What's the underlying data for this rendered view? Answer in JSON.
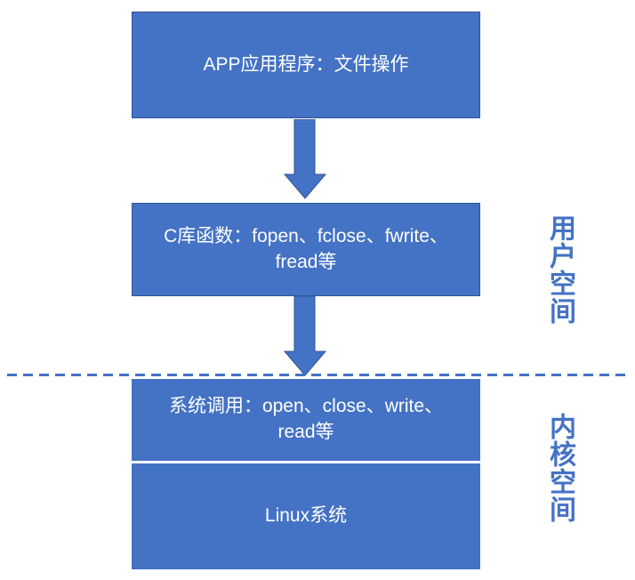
{
  "diagram": {
    "boxes": [
      {
        "name": "app-application",
        "lines": [
          "APP应用程序：文件操作"
        ]
      },
      {
        "name": "c-library",
        "lines": [
          "C库函数：fopen、fclose、fwrite、",
          "fread等"
        ]
      },
      {
        "name": "system-call",
        "lines": [
          "系统调用：open、close、write、",
          "read等"
        ]
      },
      {
        "name": "linux-system",
        "lines": [
          "Linux系统"
        ]
      }
    ],
    "side_labels": {
      "user_space": "用户空间",
      "kernel_space": "内核空间"
    },
    "icons": {
      "arrow_app_to_clib": "down-arrow-icon",
      "arrow_clib_to_syscall": "down-arrow-icon"
    },
    "colors": {
      "box_fill": "#4472C4",
      "box_border": "#2F5597",
      "box_text": "#FFFFFF",
      "accent_blue": "#4472C4",
      "divider": "#4472C4",
      "background": "#FFFFFF"
    }
  }
}
